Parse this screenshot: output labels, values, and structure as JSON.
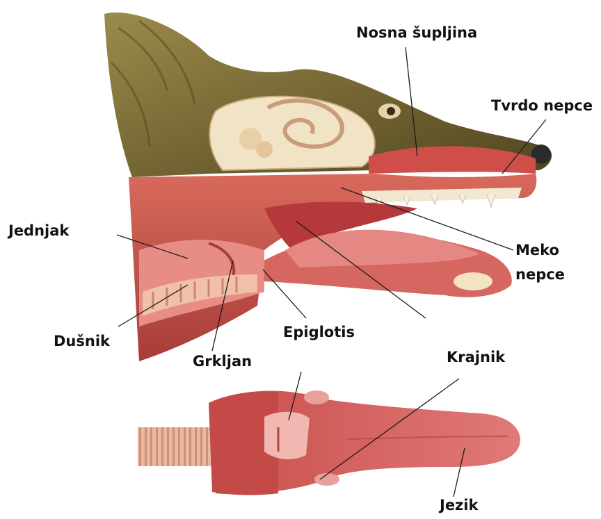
{
  "labels": {
    "nasal_cavity": "Nosna šupljina",
    "hard_palate": "Tvrdo nepce",
    "esophagus": "Jednjak",
    "soft_palate_line1": "Meko",
    "soft_palate_line2": "nepce",
    "trachea": "Dušnik",
    "epiglottis": "Epiglotis",
    "larynx": "Grkljan",
    "tonsil": "Krajnik",
    "tongue": "Jezik"
  },
  "colors": {
    "fur": "#8a7a3e",
    "fur_dark": "#5e5224",
    "bone": "#efe0c4",
    "muscle": "#c9504a",
    "mucosa": "#e07a72",
    "tongue": "#d96a66",
    "tongue_dark": "#b84a48",
    "trachea_ring": "#e8b8a0"
  }
}
